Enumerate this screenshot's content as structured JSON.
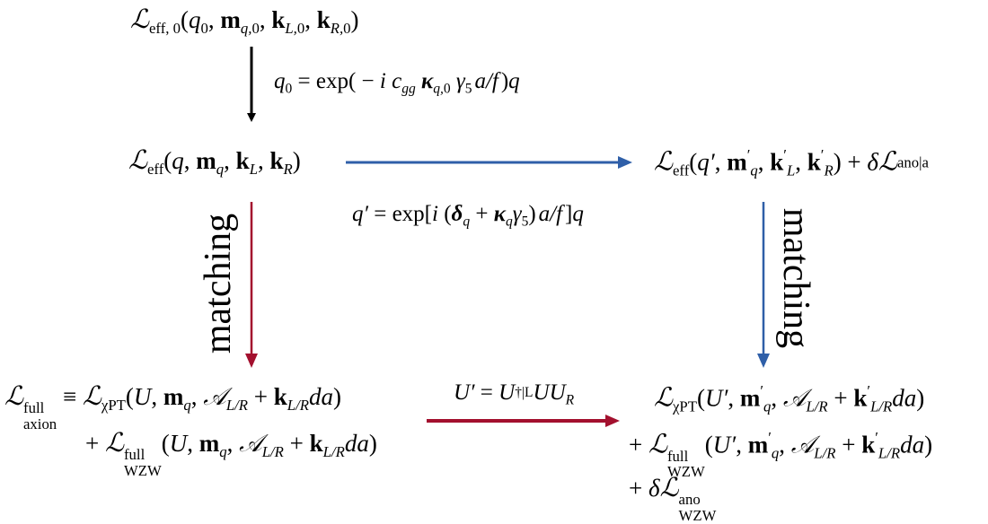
{
  "colors": {
    "black_arrow": "#000000",
    "blue_arrow": "#2f5fa8",
    "red_arrow": "#a3102e"
  },
  "labels": {
    "matching_left": "matching",
    "matching_right": "matching"
  },
  "formulas": {
    "top": [
      [
        "ℒ",
        "L"
      ],
      [
        "eff, 0",
        "sub"
      ],
      [
        "(",
        ""
      ],
      [
        "q",
        "i"
      ],
      [
        "0",
        "sub"
      ],
      [
        ", ",
        ""
      ],
      [
        "m",
        "b"
      ],
      [
        "q,",
        "subi"
      ],
      [
        "0",
        "sub"
      ],
      [
        ", ",
        ""
      ],
      [
        "k",
        "b"
      ],
      [
        "L,",
        "subi"
      ],
      [
        "0",
        "sub"
      ],
      [
        ", ",
        ""
      ],
      [
        "k",
        "b"
      ],
      [
        "R,",
        "subi"
      ],
      [
        "0",
        "sub"
      ],
      [
        ")",
        ""
      ]
    ],
    "shift_label": [
      [
        "q",
        "i"
      ],
      [
        "0",
        "sub"
      ],
      [
        " = exp",
        ""
      ],
      [
        "(",
        ""
      ],
      [
        " − ",
        ""
      ],
      [
        "i ",
        "i"
      ],
      [
        "c",
        "i"
      ],
      [
        "gg",
        "subi"
      ],
      [
        " κ",
        "bi"
      ],
      [
        "q,",
        "subi"
      ],
      [
        "0",
        "sub"
      ],
      [
        " γ",
        "i"
      ],
      [
        "5",
        "sub"
      ],
      [
        "a/f",
        "frac"
      ],
      [
        ")",
        ""
      ],
      [
        "q",
        "i"
      ]
    ],
    "left_mid": [
      [
        "ℒ",
        "L"
      ],
      [
        "eff",
        "sub"
      ],
      [
        "(",
        ""
      ],
      [
        "q",
        "i"
      ],
      [
        ", ",
        ""
      ],
      [
        "m",
        "b"
      ],
      [
        "q",
        "subi"
      ],
      [
        ", ",
        ""
      ],
      [
        "k",
        "b"
      ],
      [
        "L",
        "subi"
      ],
      [
        ", ",
        ""
      ],
      [
        "k",
        "b"
      ],
      [
        "R",
        "subi"
      ],
      [
        ")",
        ""
      ]
    ],
    "right_mid": [
      [
        "ℒ",
        "L"
      ],
      [
        "eff",
        "sub"
      ],
      [
        "(",
        ""
      ],
      [
        "q′",
        "i"
      ],
      [
        ", ",
        ""
      ],
      [
        "m",
        "b"
      ],
      [
        "′",
        "sup"
      ],
      [
        "q",
        "subi"
      ],
      [
        ", ",
        ""
      ],
      [
        "k",
        "b"
      ],
      [
        "′",
        "sup"
      ],
      [
        "L",
        "subi"
      ],
      [
        ", ",
        ""
      ],
      [
        "k",
        "b"
      ],
      [
        "′",
        "sup"
      ],
      [
        "R",
        "subi"
      ],
      [
        ") + ",
        ""
      ],
      [
        "δ",
        "i"
      ],
      [
        "ℒ",
        "L"
      ],
      [
        "ano|a",
        "ss"
      ]
    ],
    "transform_label": [
      [
        "q′",
        "i"
      ],
      [
        " = exp",
        ""
      ],
      [
        "[",
        ""
      ],
      [
        "i ",
        "i"
      ],
      [
        "(",
        ""
      ],
      [
        "δ",
        "bi"
      ],
      [
        "q",
        "subi"
      ],
      [
        " + ",
        ""
      ],
      [
        "κ",
        "bi"
      ],
      [
        "q",
        "subi"
      ],
      [
        "γ",
        "i"
      ],
      [
        "5",
        "sub"
      ],
      [
        ")",
        ""
      ],
      [
        "a/f",
        "frac"
      ],
      [
        "]",
        ""
      ],
      [
        "q",
        "i"
      ]
    ],
    "bottom_left_1": [
      [
        "ℒ",
        "L"
      ],
      [
        "full|axion",
        "ss"
      ],
      [
        " ≡ ",
        ""
      ],
      [
        "ℒ",
        "L"
      ],
      [
        "χPT",
        "sub"
      ],
      [
        "(",
        ""
      ],
      [
        "U",
        "i"
      ],
      [
        ", ",
        ""
      ],
      [
        "m",
        "b"
      ],
      [
        "q",
        "subi"
      ],
      [
        ", ",
        ""
      ],
      [
        "𝒜",
        "i"
      ],
      [
        "L/R",
        "subi"
      ],
      [
        " + ",
        ""
      ],
      [
        "k",
        "b"
      ],
      [
        "L/R",
        "subi"
      ],
      [
        "da",
        "i"
      ],
      [
        ")",
        ""
      ]
    ],
    "bottom_left_2": [
      [
        "+ ",
        ""
      ],
      [
        "ℒ",
        "L"
      ],
      [
        "full|WZW",
        "ss"
      ],
      [
        "(",
        ""
      ],
      [
        "U",
        "i"
      ],
      [
        ", ",
        ""
      ],
      [
        "m",
        "b"
      ],
      [
        "q",
        "subi"
      ],
      [
        ", ",
        ""
      ],
      [
        "𝒜",
        "i"
      ],
      [
        "L/R",
        "subi"
      ],
      [
        " + ",
        ""
      ],
      [
        "k",
        "b"
      ],
      [
        "L/R",
        "subi"
      ],
      [
        "da",
        "i"
      ],
      [
        ")",
        ""
      ]
    ],
    "u_label": [
      [
        "U′",
        "i"
      ],
      [
        " = ",
        ""
      ],
      [
        "U",
        "i"
      ],
      [
        "†|L",
        "ss"
      ],
      [
        "UU",
        "i"
      ],
      [
        "R",
        "subi"
      ]
    ],
    "bottom_right_1": [
      [
        "ℒ",
        "L"
      ],
      [
        "χPT",
        "sub"
      ],
      [
        "(",
        ""
      ],
      [
        "U′",
        "i"
      ],
      [
        ", ",
        ""
      ],
      [
        "m",
        "b"
      ],
      [
        "′",
        "sup"
      ],
      [
        "q",
        "subi"
      ],
      [
        ", ",
        ""
      ],
      [
        "𝒜",
        "i"
      ],
      [
        "L/R",
        "subi"
      ],
      [
        " + ",
        ""
      ],
      [
        "k",
        "b"
      ],
      [
        "′",
        "sup"
      ],
      [
        "L/R",
        "subi"
      ],
      [
        "da",
        "i"
      ],
      [
        ")",
        ""
      ]
    ],
    "bottom_right_2": [
      [
        "+ ",
        ""
      ],
      [
        "ℒ",
        "L"
      ],
      [
        "full|WZW",
        "ss"
      ],
      [
        "(",
        ""
      ],
      [
        "U′",
        "i"
      ],
      [
        ", ",
        ""
      ],
      [
        "m",
        "b"
      ],
      [
        "′",
        "sup"
      ],
      [
        "q",
        "subi"
      ],
      [
        ", ",
        ""
      ],
      [
        "𝒜",
        "i"
      ],
      [
        "L/R",
        "subi"
      ],
      [
        " + ",
        ""
      ],
      [
        "k",
        "b"
      ],
      [
        "′",
        "sup"
      ],
      [
        "L/R",
        "subi"
      ],
      [
        "da",
        "i"
      ],
      [
        ")",
        ""
      ]
    ],
    "bottom_right_3": [
      [
        "+ ",
        ""
      ],
      [
        "δ",
        "i"
      ],
      [
        "ℒ",
        "L"
      ],
      [
        "ano|WZW",
        "ss"
      ]
    ]
  }
}
